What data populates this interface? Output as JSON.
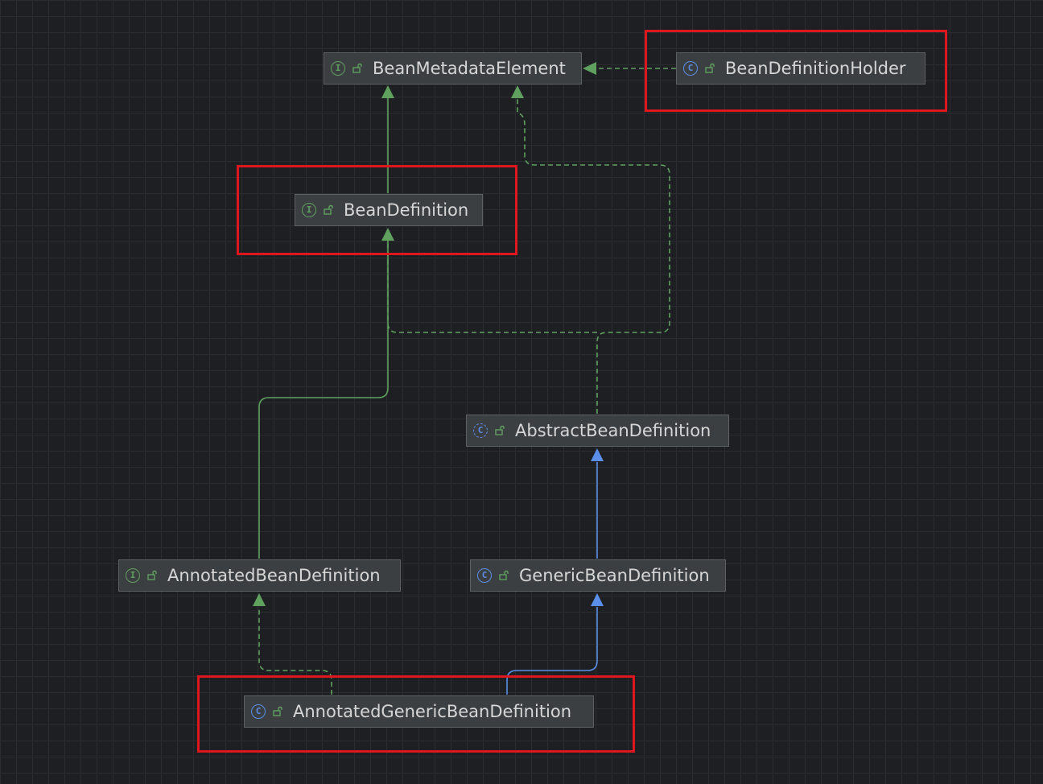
{
  "nodes": {
    "bean_metadata_element": {
      "label": "BeanMetadataElement",
      "kind": "interface",
      "kind_letter": "I"
    },
    "bean_definition_holder": {
      "label": "BeanDefinitionHolder",
      "kind": "class",
      "kind_letter": "C"
    },
    "bean_definition": {
      "label": "BeanDefinition",
      "kind": "interface",
      "kind_letter": "I"
    },
    "abstract_bean_definition": {
      "label": "AbstractBeanDefinition",
      "kind": "abstract-class",
      "kind_letter": "C"
    },
    "annotated_bean_definition": {
      "label": "AnnotatedBeanDefinition",
      "kind": "interface",
      "kind_letter": "I"
    },
    "generic_bean_definition": {
      "label": "GenericBeanDefinition",
      "kind": "class",
      "kind_letter": "C"
    },
    "annotated_generic_bean_definition": {
      "label": "AnnotatedGenericBeanDefinition",
      "kind": "class",
      "kind_letter": "C"
    }
  },
  "edges": [
    {
      "from": "BeanDefinitionHolder",
      "to": "BeanMetadataElement",
      "type": "implements"
    },
    {
      "from": "BeanDefinition",
      "to": "BeanMetadataElement",
      "type": "extends-interface"
    },
    {
      "from": "AbstractBeanDefinition",
      "to": "BeanMetadataElement",
      "type": "implements"
    },
    {
      "from": "AbstractBeanDefinition",
      "to": "BeanDefinition",
      "type": "implements"
    },
    {
      "from": "AnnotatedBeanDefinition",
      "to": "BeanDefinition",
      "type": "extends-interface"
    },
    {
      "from": "GenericBeanDefinition",
      "to": "AbstractBeanDefinition",
      "type": "extends-class"
    },
    {
      "from": "AnnotatedGenericBeanDefinition",
      "to": "GenericBeanDefinition",
      "type": "extends-class"
    },
    {
      "from": "AnnotatedGenericBeanDefinition",
      "to": "AnnotatedBeanDefinition",
      "type": "implements"
    }
  ],
  "highlighted": [
    "BeanDefinitionHolder",
    "BeanDefinition",
    "AnnotatedGenericBeanDefinition"
  ],
  "colors": {
    "background": "#1e1f22",
    "node_fill": "#3c3f41",
    "interface_accent": "#5fa05f",
    "class_accent": "#5a8ee8",
    "highlight": "#e0161f",
    "text": "#d6d6d6"
  }
}
